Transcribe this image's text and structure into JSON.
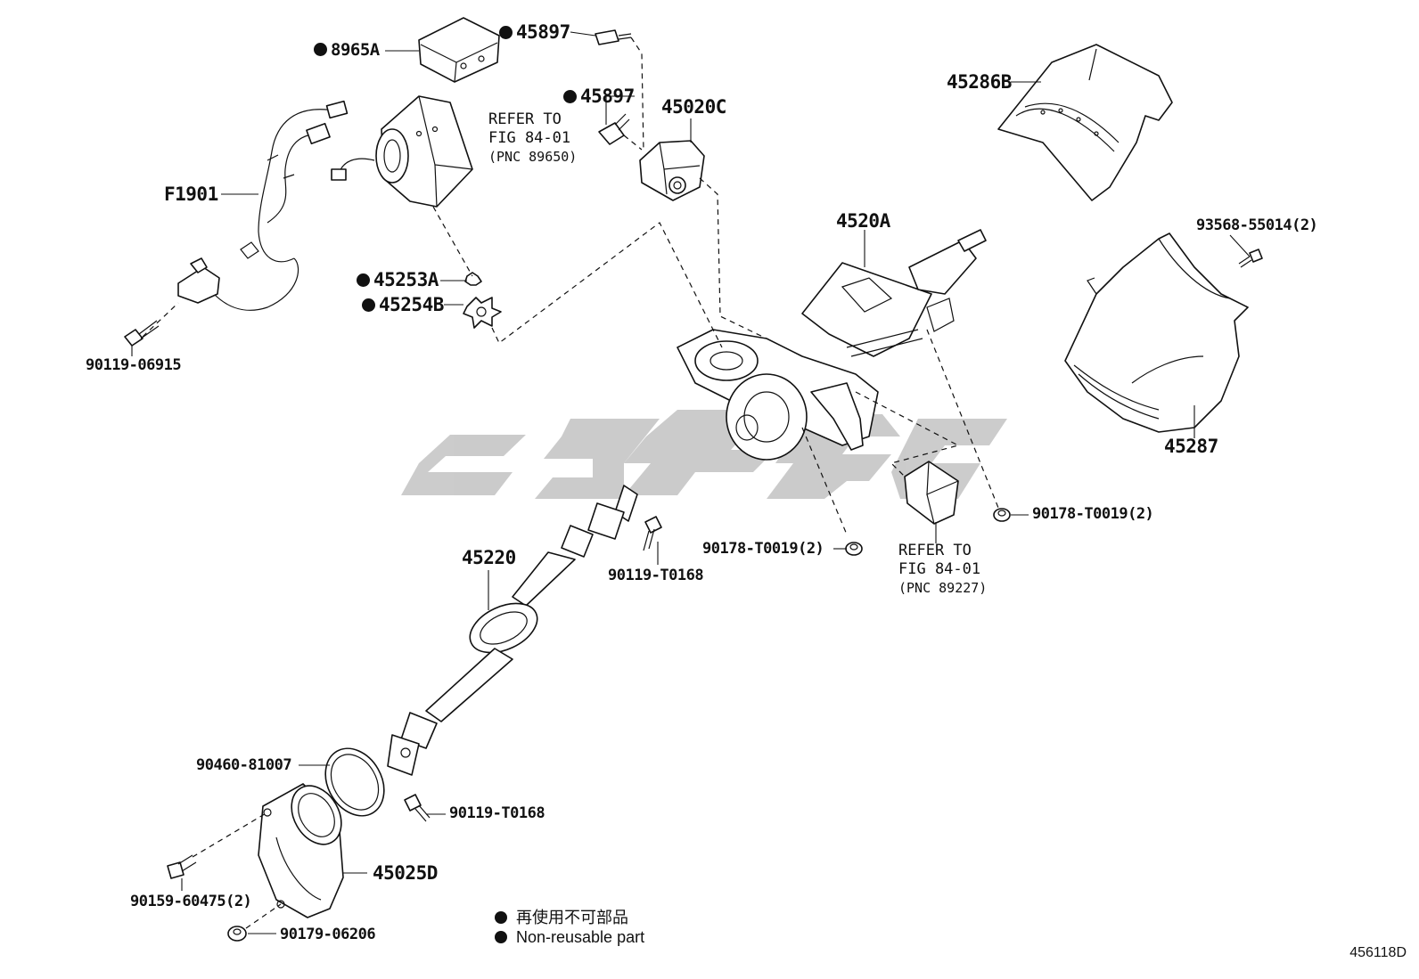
{
  "diagram_code": "456118D",
  "legend": {
    "line1": "再使用不可部品",
    "line2": "Non-reusable part"
  },
  "watermark_color": "#c9c9c9",
  "parts": {
    "p8965A": "8965A",
    "p45897a": "45897",
    "p45897b": "45897",
    "p45020C": "45020C",
    "p45286B": "45286B",
    "pF1901": "F1901",
    "p45253A": "45253A",
    "p45254B": "45254B",
    "p90119_06915": "90119-06915",
    "p4520A": "4520A",
    "p93568": "93568-55014(2)",
    "p45287": "45287",
    "p90178a": "90178-T0019(2)",
    "p90178b": "90178-T0019(2)",
    "p45220": "45220",
    "p90119_T0168a": "90119-T0168",
    "p90460": "90460-81007",
    "p90119_T0168b": "90119-T0168",
    "p45025D": "45025D",
    "p90159": "90159-60475(2)",
    "p90179": "90179-06206"
  },
  "notes": {
    "refer1": {
      "line1": "REFER TO",
      "line2": "FIG 84-01",
      "line3": "(PNC 89650)"
    },
    "refer2": {
      "line1": "REFER TO",
      "line2": "FIG 84-01",
      "line3": "(PNC 89227)"
    }
  }
}
